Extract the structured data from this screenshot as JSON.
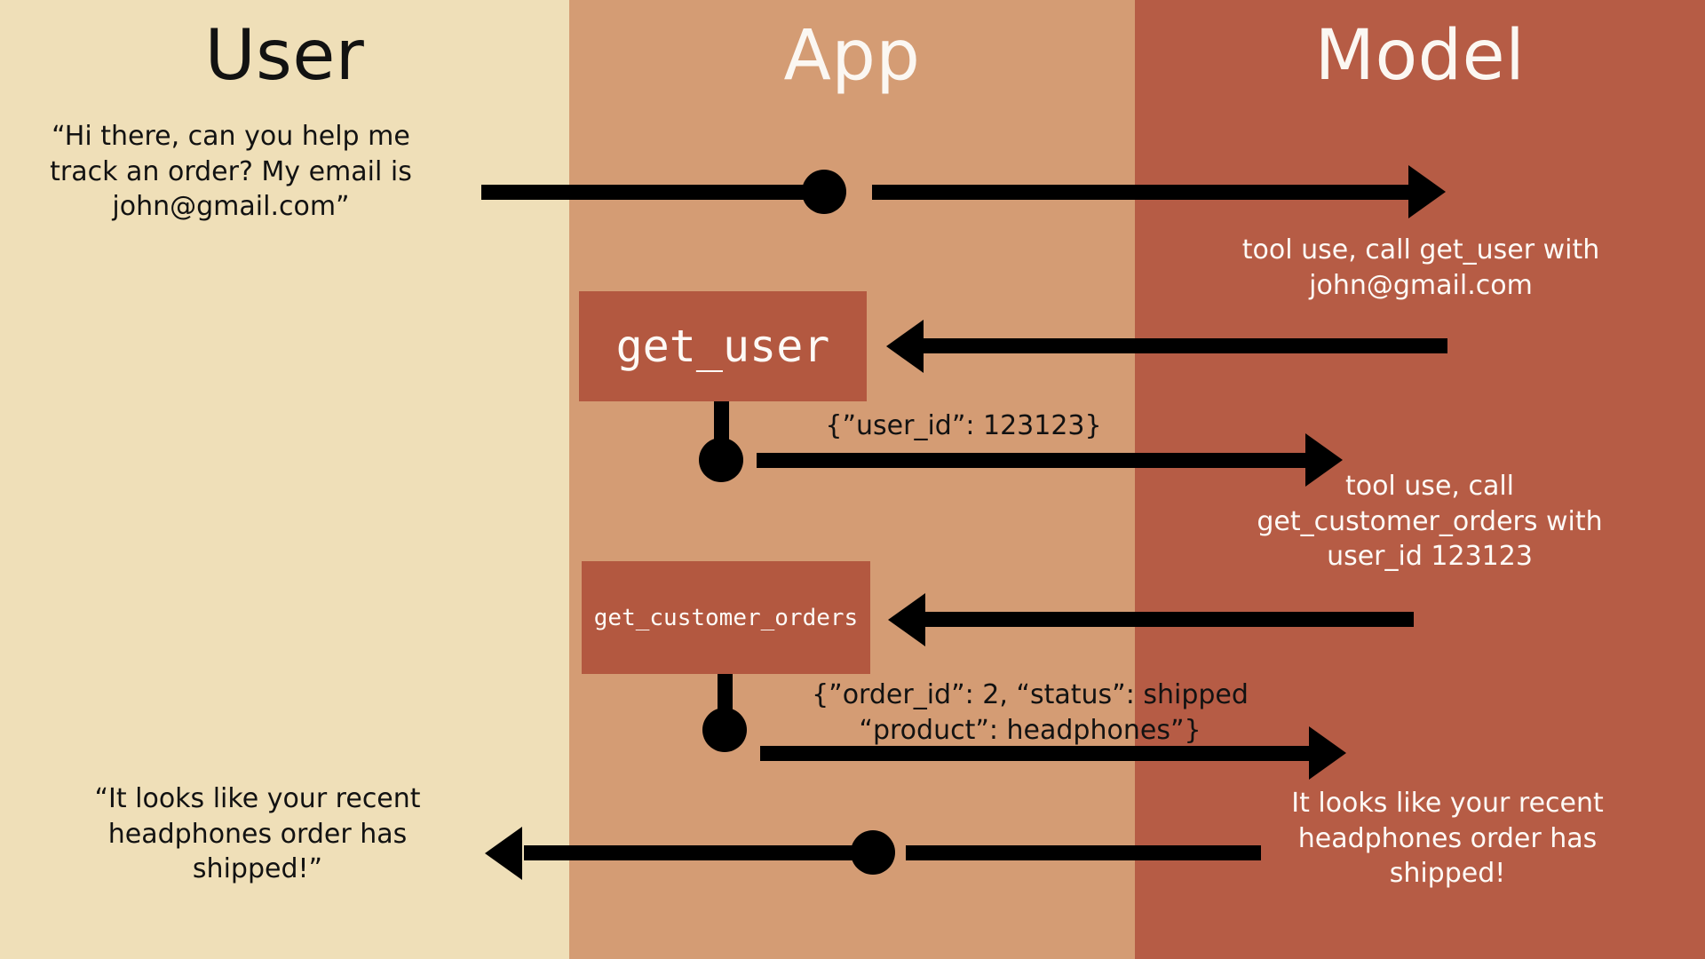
{
  "lanes": [
    {
      "id": "user",
      "title": "User",
      "color": "#efdfb8"
    },
    {
      "id": "app",
      "title": "App",
      "color": "#d49c74"
    },
    {
      "id": "model",
      "title": "Model",
      "color": "#b65c45"
    }
  ],
  "messages": {
    "user_request": "“Hi there, can you help me track an order? My email is john@gmail.com”",
    "tool_call_1": "tool use, call get_user with john@gmail.com",
    "tool_result_1": "{”user_id”: 123123}",
    "tool_call_2": "tool use, call get_customer_orders with user_id 123123",
    "tool_result_2": "{”order_id”: 2, “status”: shipped “product”: headphones”}",
    "model_answer": "It looks like your recent headphones order has shipped!",
    "user_answer": "“It looks like your recent headphones order has shipped!”"
  },
  "tool_boxes": {
    "get_user": "get_user",
    "get_customer_orders": "get_customer_orders"
  },
  "colors": {
    "user_band": "#efdfb8",
    "app_band": "#d49c74",
    "model_band": "#b65c45",
    "tool_box": "#b35840",
    "stroke": "#000000",
    "light_text": "#fdfaf6",
    "dark_text": "#121212"
  }
}
